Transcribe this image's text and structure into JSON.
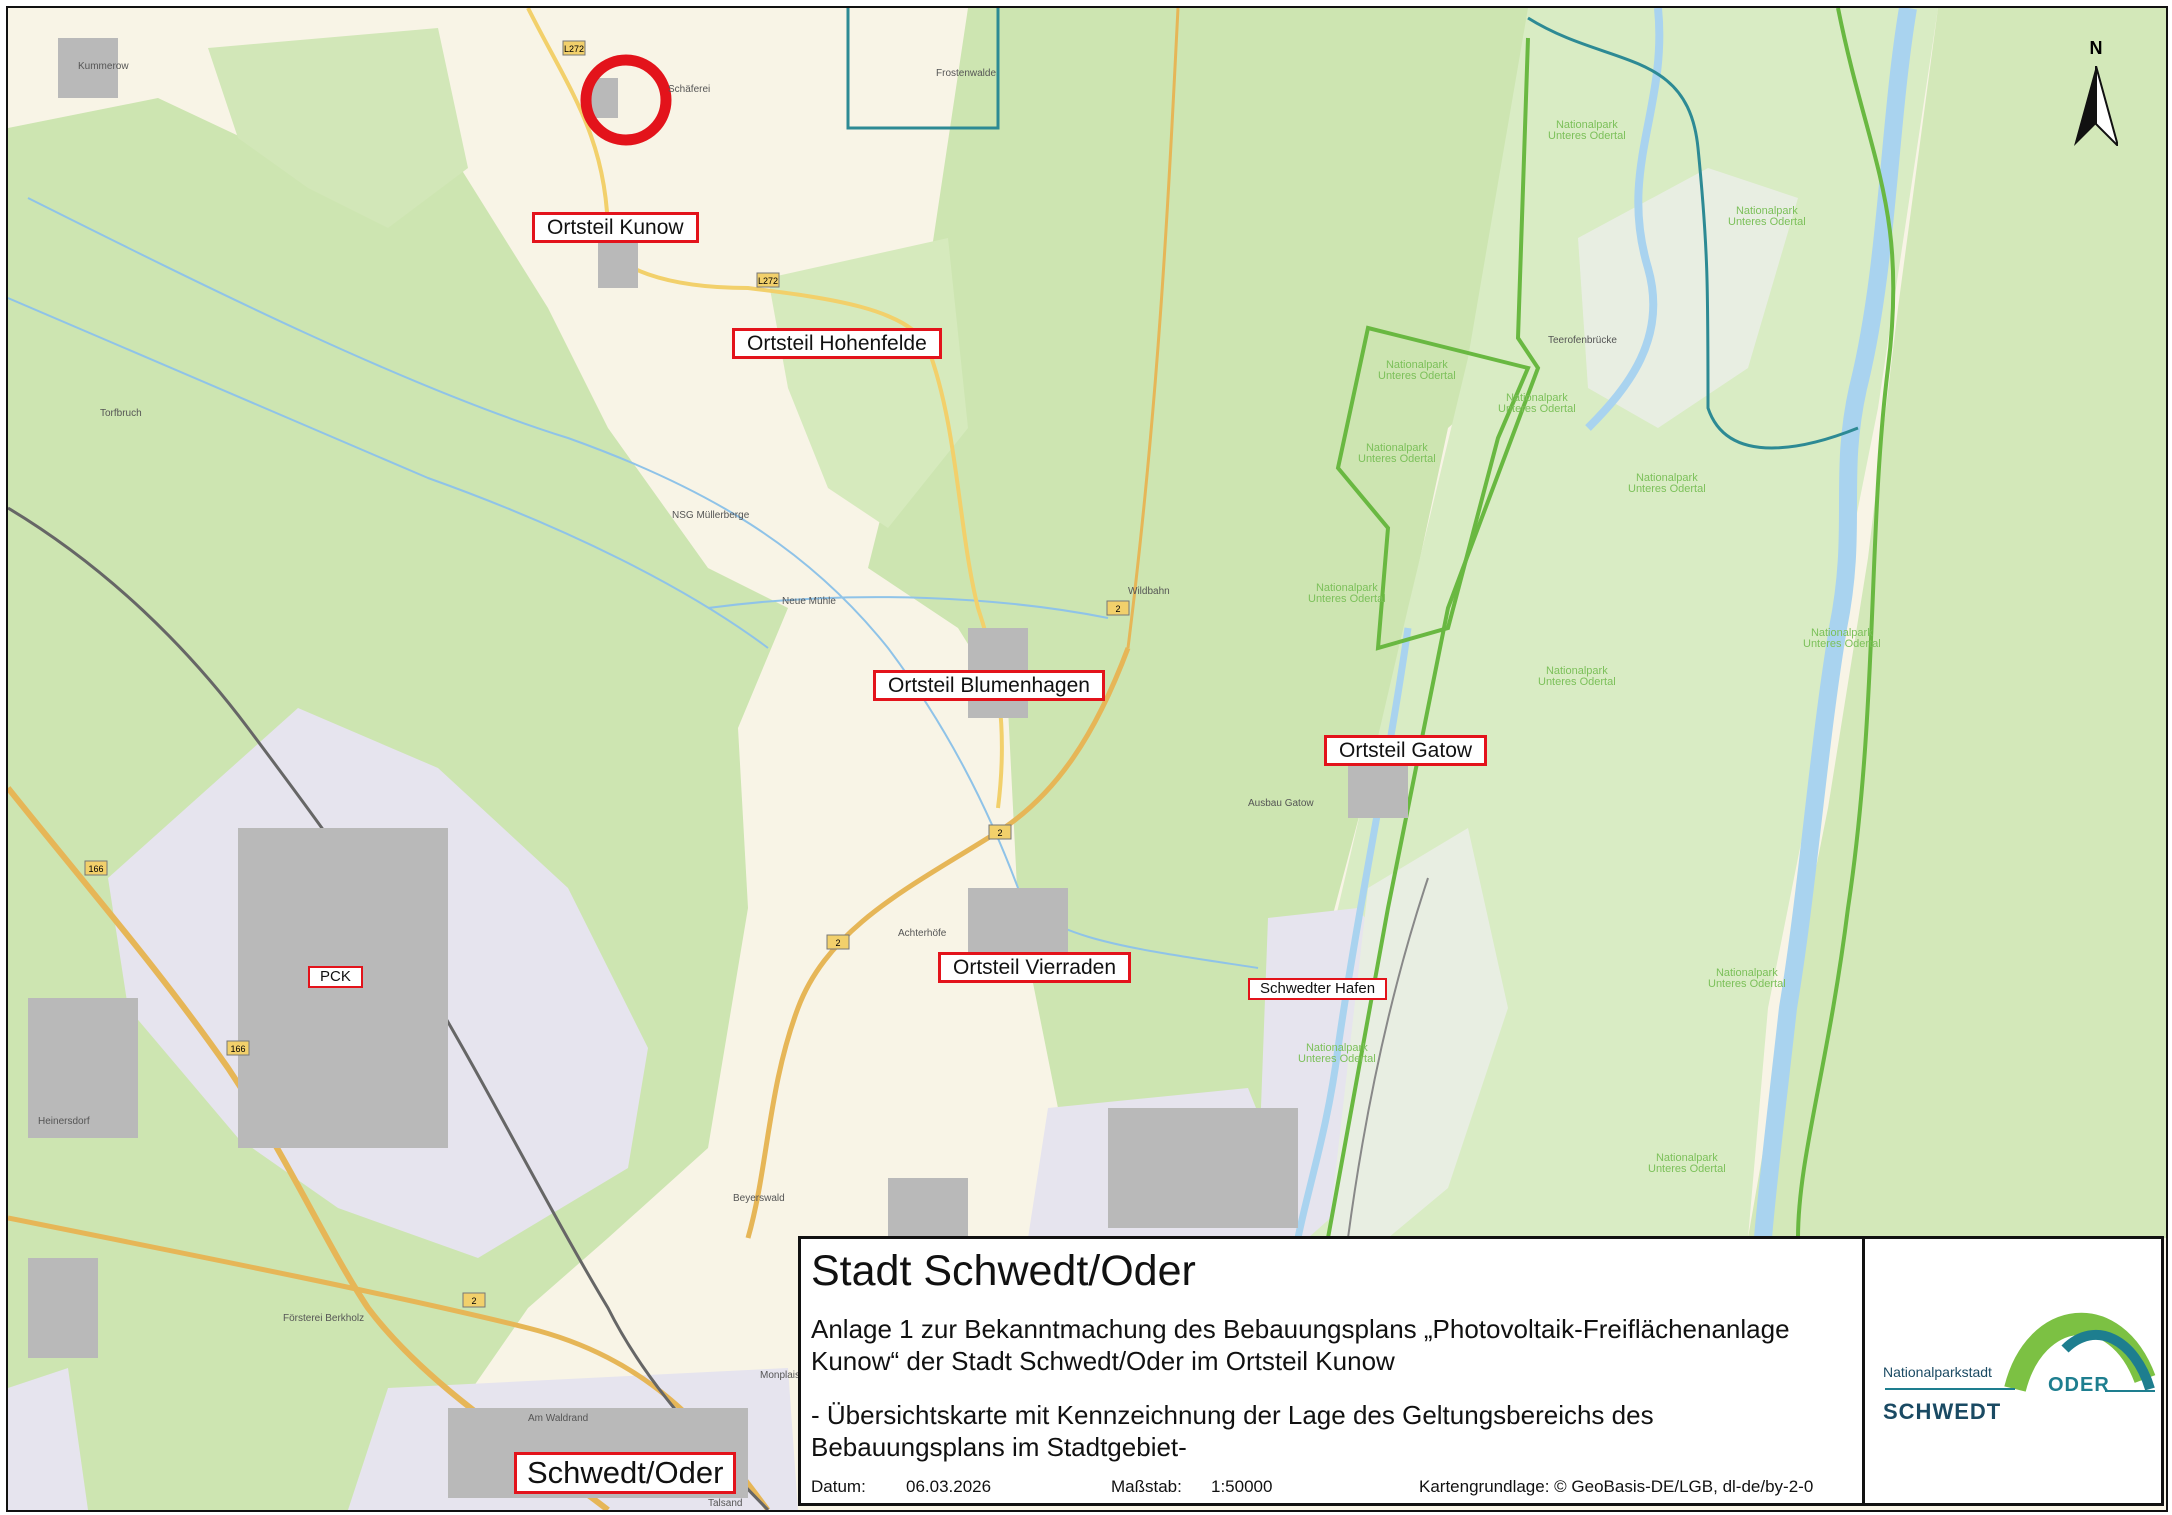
{
  "map": {
    "labels": {
      "kunow": "Ortsteil Kunow",
      "hohenfelde": "Ortsteil Hohenfelde",
      "blumenhagen": "Ortsteil Blumenhagen",
      "gatow": "Ortsteil Gatow",
      "vierraden": "Ortsteil Vierraden",
      "pck": "PCK",
      "hafen": "Schwedter Hafen",
      "schwedt": "Schwedt/Oder"
    },
    "places": {
      "kummerow": "Kummerow",
      "schaeferei": "Schäferei",
      "frostenwalde": "Frostenwalde",
      "torfbruch": "Torfbruch",
      "neue_muehle": "Neue Mühle",
      "wildbahn": "Wildbahn",
      "teerofenbruecke": "Teerofenbrücke",
      "ausbau_gatow": "Ausbau Gatow",
      "achterhoefe": "Achterhöfe",
      "heinersdorf": "Heinersdorf",
      "beyerswald": "Beyerswald",
      "foersterei": "Försterei Berkholz",
      "am_waldrand": "Am Waldrand",
      "talsand": "Talsand",
      "monplaisir": "Monplaisir",
      "nsg": "NSG Müllerberge"
    },
    "road_numbers": [
      "L272",
      "L272",
      "2",
      "2",
      "2",
      "166",
      "166",
      "2"
    ],
    "national_park": [
      "Nationalpark",
      "Unteres Odertal"
    ]
  },
  "north_arrow": "N",
  "titlebox": {
    "title": "Stadt Schwedt/Oder",
    "description1": "Anlage 1 zur Bekanntmachung des Bebauungsplans „Photovoltaik-Freiflächenanlage Kunow“ der Stadt Schwedt/Oder im Ortsteil Kunow",
    "description2": "- Übersichtskarte mit Kennzeichnung der Lage des Geltungsbereichs des Bebauungsplans im Stadtgebiet-",
    "date_label": "Datum:",
    "date": "06.03.2026",
    "scale_label": "Maßstab:",
    "scale": "1:50000",
    "source": "Kartengrundlage: © GeoBasis-DE/LGB, dl-de/by-2-0"
  },
  "logo": {
    "line1": "Nationalparkstadt",
    "line2": "SCHWEDT",
    "line3": "ODER"
  },
  "colors": {
    "forest": "#cde5b1",
    "farmland": "#f8f4e6",
    "industrial": "#e6e4ee",
    "water": "#a9d3ef",
    "park_border": "#69b841",
    "district_border": "#2d8a94",
    "highlight": "#e3131b",
    "road": "#f2d06b"
  }
}
